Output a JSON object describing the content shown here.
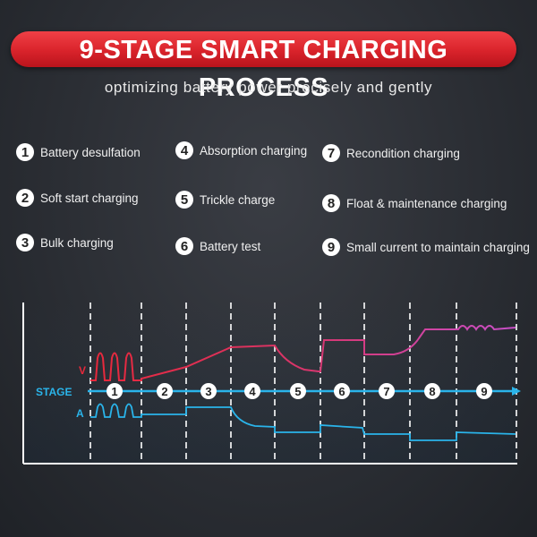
{
  "header": {
    "title": "9-STAGE SMART CHARGING PROCESS",
    "subtitle": "optimizing battery power precisely and gently"
  },
  "stages": [
    {
      "num": "1",
      "label": "Battery desulfation"
    },
    {
      "num": "2",
      "label": "Soft start charging"
    },
    {
      "num": "3",
      "label": "Bulk charging"
    },
    {
      "num": "4",
      "label": "Absorption charging"
    },
    {
      "num": "5",
      "label": "Trickle charge"
    },
    {
      "num": "6",
      "label": "Battery test"
    },
    {
      "num": "7",
      "label": "Recondition charging"
    },
    {
      "num": "8",
      "label": "Float & maintenance charging"
    },
    {
      "num": "9",
      "label": "Small current to maintain charging"
    }
  ],
  "diagram": {
    "v_label": "V",
    "a_label": "A",
    "stage_label": "STAGE",
    "stage_numbers": [
      "1",
      "2",
      "3",
      "4",
      "5",
      "6",
      "7",
      "8",
      "9"
    ],
    "colors": {
      "banner": "#d9232b",
      "axis": "#ffffff",
      "stage_arrow": "#2ab4ea",
      "voltage_start": "#e8283a",
      "voltage_end": "#c84fc8",
      "current": "#2ab4ea",
      "label_red": "#e8283a",
      "label_blue": "#2ab4ea"
    }
  }
}
